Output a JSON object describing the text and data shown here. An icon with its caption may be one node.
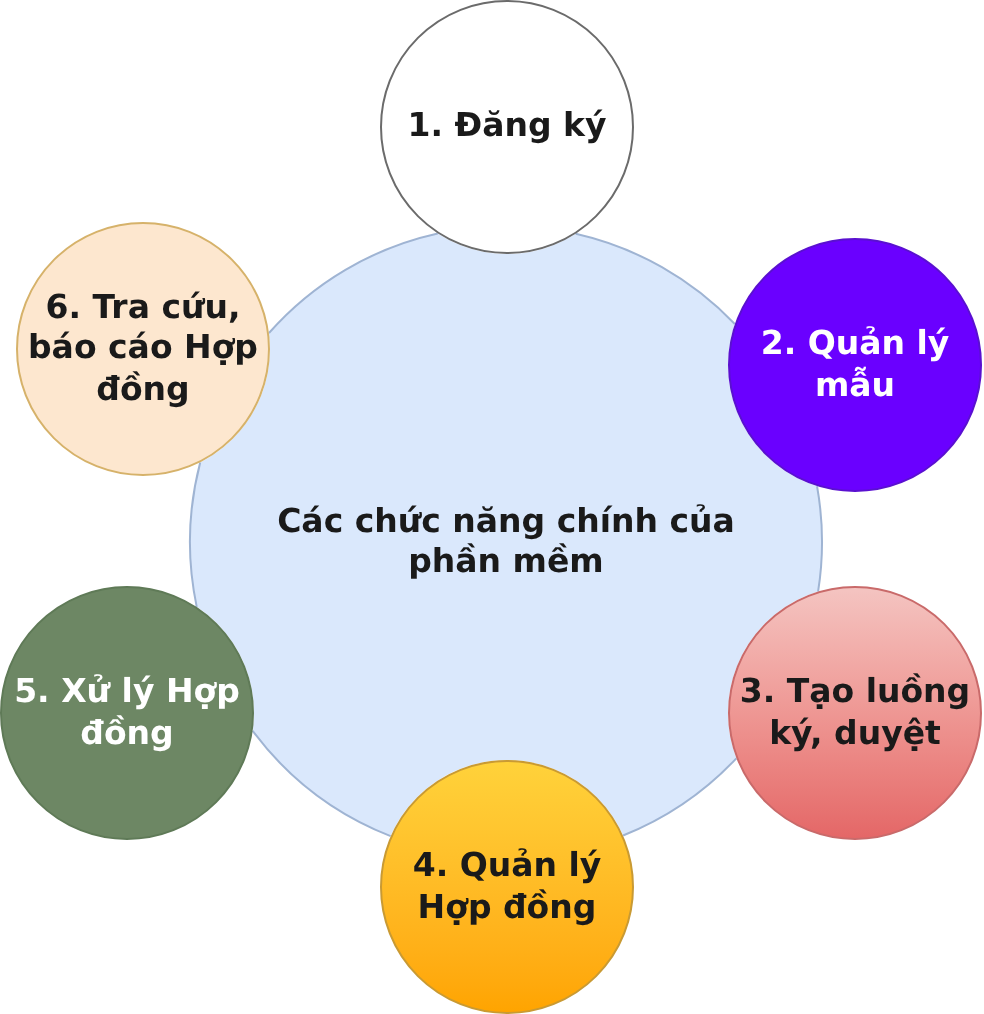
{
  "diagram": {
    "nodes": [
      {
        "text": [
          "Các chức năng chính của phần mềm"
        ]
      },
      {
        "text": [
          "1. Đăng ký"
        ]
      },
      {
        "text": [
          "2. Quản lý mẫu"
        ]
      },
      {
        "text": [
          "3. Tạo luồng ký, duyệt"
        ]
      },
      {
        "text": [
          "4. Quản lý Hợp đồng"
        ]
      },
      {
        "text": [
          "5. Xử lý Hợp đồng"
        ]
      },
      {
        "text": [
          "6. Tra cứu, báo cáo Hợp đồng"
        ]
      }
    ]
  }
}
